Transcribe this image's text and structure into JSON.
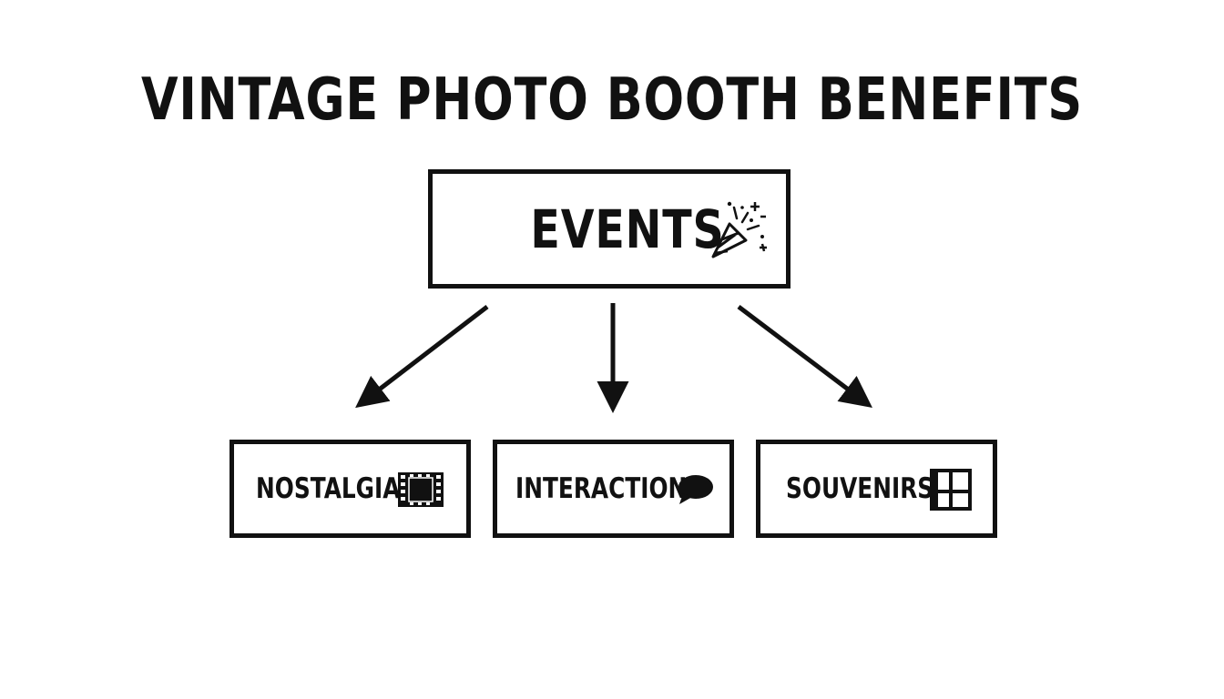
{
  "title": "VINTAGE PHOTO BOOTH BENEFITS",
  "root": {
    "label": "EVENTS",
    "icon": "party-popper-icon"
  },
  "children": [
    {
      "label": "NOSTALGIA",
      "icon": "film-strip-icon"
    },
    {
      "label": "INTERACTION",
      "icon": "speech-bubble-icon"
    },
    {
      "label": "SOUVENIRS",
      "icon": "photo-grid-icon"
    }
  ],
  "colors": {
    "stroke": "#111111",
    "background": "#ffffff"
  }
}
